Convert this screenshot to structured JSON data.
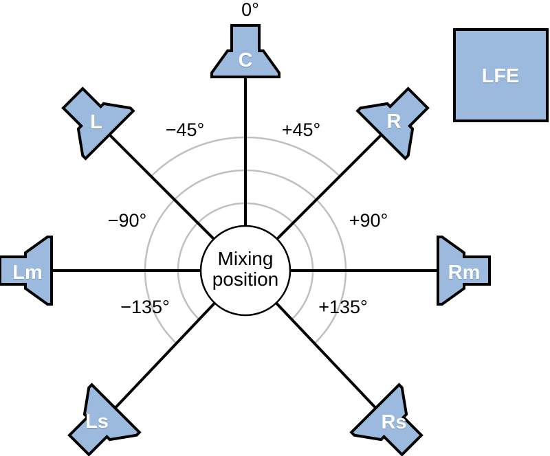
{
  "diagram": {
    "description": "Surround speaker placement around mixing position",
    "center_label": [
      "Mixing",
      "position"
    ],
    "channels": [
      {
        "id": "c",
        "label": "C",
        "angle": "0°"
      },
      {
        "id": "l",
        "label": "L",
        "angle": "−45°"
      },
      {
        "id": "r",
        "label": "R",
        "angle": "+45°"
      },
      {
        "id": "lm",
        "label": "Lm",
        "angle": "−90°"
      },
      {
        "id": "rm",
        "label": "Rm",
        "angle": "+90°"
      },
      {
        "id": "ls",
        "label": "Ls",
        "angle": "−135°"
      },
      {
        "id": "rs",
        "label": "Rs",
        "angle": "+135°"
      },
      {
        "id": "lfe",
        "label": "LFE",
        "angle": ""
      }
    ],
    "colors": {
      "speaker_fill": "#9bbade",
      "outline": "#000000",
      "arc": "#c0c0c0",
      "background": "#ffffff",
      "label_text": "#ffffff"
    }
  }
}
